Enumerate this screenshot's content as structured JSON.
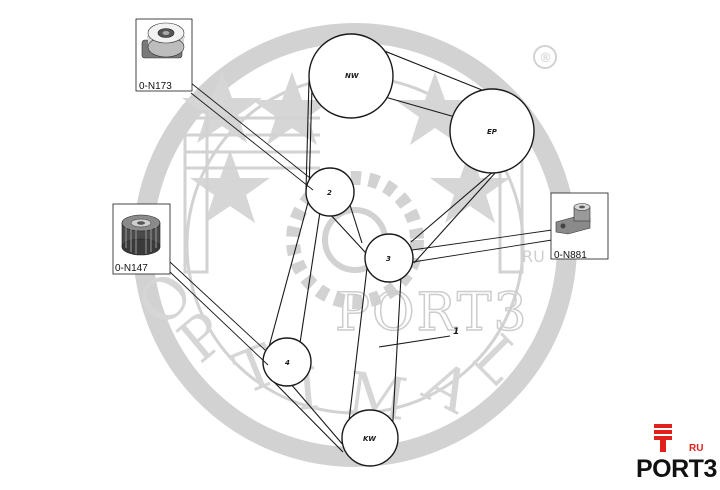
{
  "pulleys": {
    "nw": "NW",
    "ep": "EP",
    "idler2": "2",
    "idler3": "3",
    "idler4": "4",
    "kw": "KW"
  },
  "belt_number": "1",
  "parts": {
    "tensioner_top": "0-N173",
    "idler_left": "0-N147",
    "tensioner_right": "0-N881"
  },
  "watermark": {
    "brand_letters": [
      "O",
      "P",
      "T",
      "I",
      "M",
      "A",
      "L"
    ],
    "registered_mark": "®",
    "site_text": "PORT3",
    "site_suffix": "RU"
  },
  "corner_logo": {
    "text": "PORT3",
    "suffix": "RU"
  },
  "colors": {
    "line": "#1a1a1a",
    "watermark": "#cfcfcf",
    "logo_red": "#e0211b"
  }
}
